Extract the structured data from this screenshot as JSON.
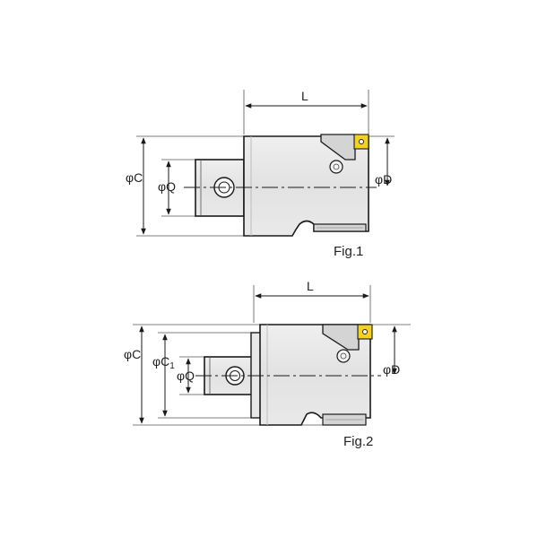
{
  "fig1": {
    "caption": "Fig.1",
    "length_label": "L",
    "outer_diameter_label": "φC",
    "shank_diameter_label": "φQ",
    "bore_diameter_label": "φD"
  },
  "fig2": {
    "caption": "Fig.2",
    "length_label": "L",
    "outer_diameter_label": "φC",
    "c1_label": "φC",
    "c1_subscript": "1",
    "shank_diameter_label": "φQ",
    "bore_diameter_label": "φD"
  },
  "colors": {
    "body_fill": "#e6e6e6",
    "outline": "#1a1a1a",
    "insert": "#f2d21e",
    "background": "#ffffff"
  }
}
